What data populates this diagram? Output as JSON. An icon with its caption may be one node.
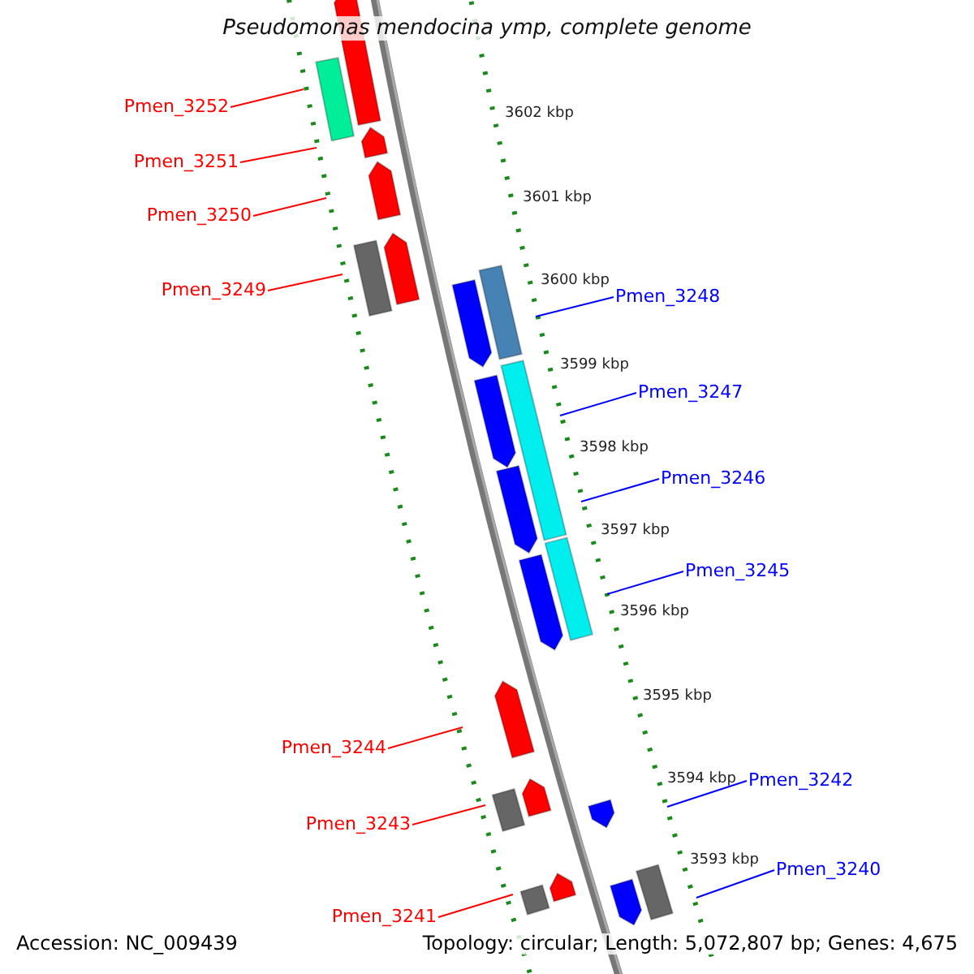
{
  "diagram": {
    "title": "Pseudomonas mendocina ymp, complete genome",
    "nodes": [
      {
        "text": [
          "Pmen_3252"
        ]
      },
      {
        "text": [
          "Pmen_3251"
        ]
      },
      {
        "text": [
          "Pmen_3250"
        ]
      },
      {
        "text": [
          "Pmen_3249"
        ]
      },
      {
        "text": [
          "Pmen_3248"
        ]
      },
      {
        "text": [
          "Pmen_3247"
        ]
      },
      {
        "text": [
          "Pmen_3246"
        ]
      },
      {
        "text": [
          "Pmen_3245"
        ]
      },
      {
        "text": [
          "Pmen_3244"
        ]
      },
      {
        "text": [
          "Pmen_3242"
        ]
      },
      {
        "text": [
          "Pmen_3243"
        ]
      },
      {
        "text": [
          "Pmen_3240"
        ]
      },
      {
        "text": [
          "Pmen_3241"
        ]
      }
    ],
    "edges": [
      {
        "from": 0,
        "to": null,
        "arrow": "none"
      },
      {
        "from": 1,
        "to": null,
        "arrow": "none"
      },
      {
        "from": 2,
        "to": null,
        "arrow": "none"
      },
      {
        "from": 3,
        "to": null,
        "arrow": "none"
      },
      {
        "from": 4,
        "to": null,
        "arrow": "none",
        "color": "#0000ff"
      },
      {
        "from": 5,
        "to": null,
        "arrow": "none",
        "color": "#0000ff"
      },
      {
        "from": 6,
        "to": null,
        "arrow": "none",
        "color": "#0000ff"
      },
      {
        "from": 7,
        "to": null,
        "arrow": "none",
        "color": "#0000ff"
      },
      {
        "from": 8,
        "to": null,
        "arrow": "none"
      },
      {
        "from": 9,
        "to": null,
        "arrow": "none",
        "color": "#0000ff"
      },
      {
        "from": 10,
        "to": null,
        "arrow": "none"
      },
      {
        "from": 11,
        "to": null,
        "arrow": "none",
        "color": "#0000ff"
      },
      {
        "from": 12,
        "to": null,
        "arrow": "none"
      }
    ],
    "labels": [
      "3602 kbp",
      "3601 kbp",
      "3600 kbp",
      "3599 kbp",
      "3598 kbp",
      "3597 kbp",
      "3596 kbp",
      "3595 kbp",
      "3594 kbp",
      "3593 kbp",
      "Accession: NC_009439",
      "Topology: circular; Length: 5,072,807 bp; Genes: 4,675"
    ]
  }
}
